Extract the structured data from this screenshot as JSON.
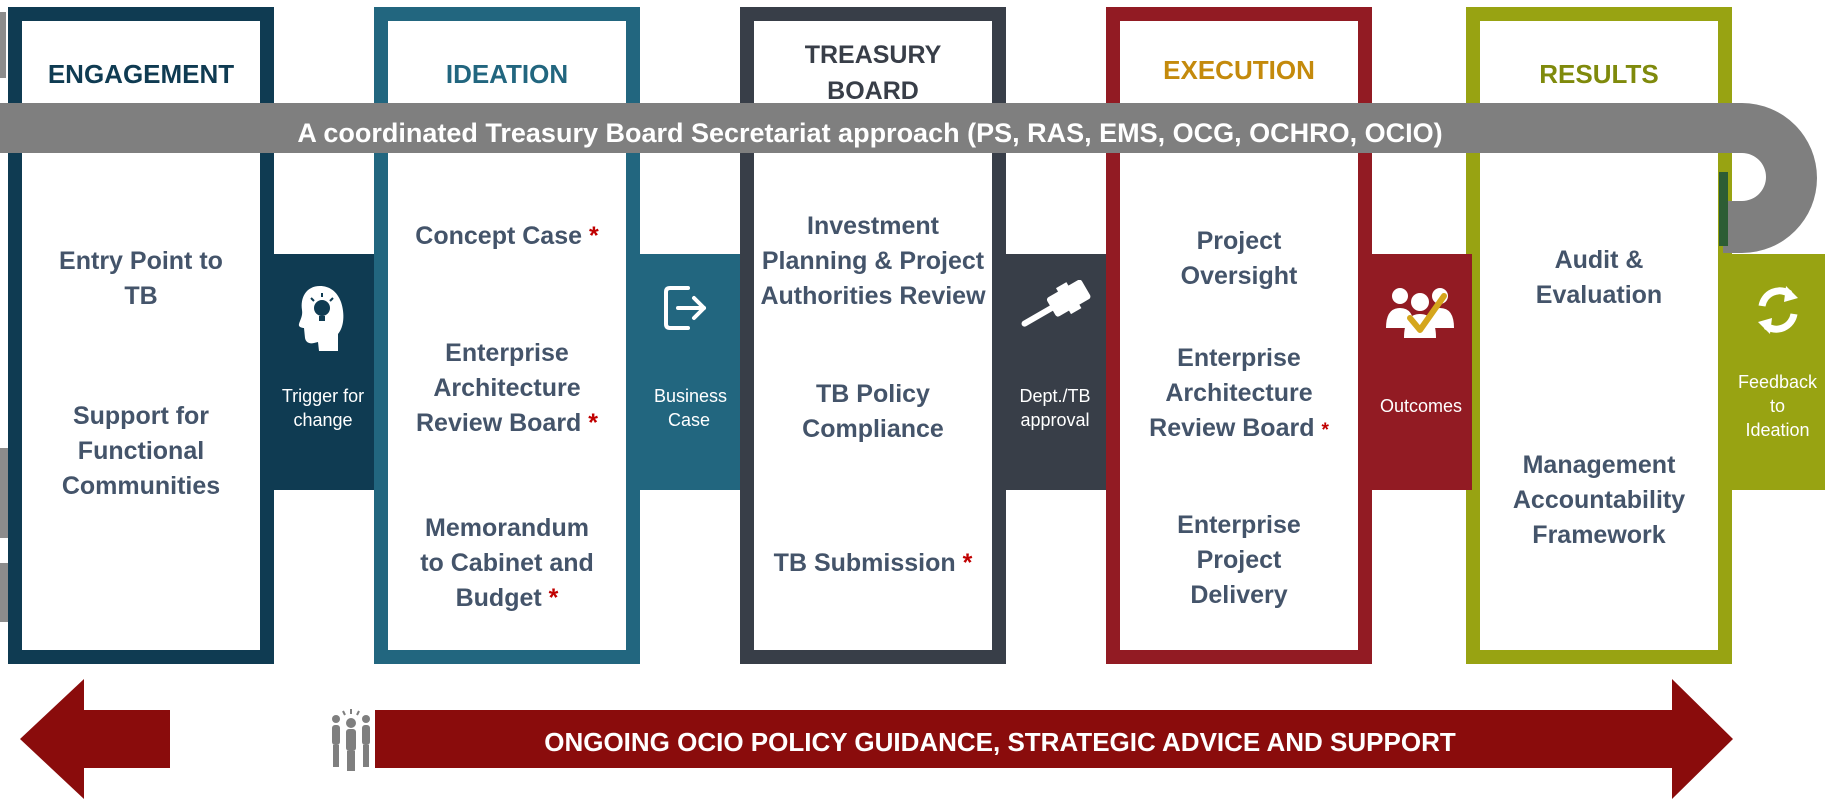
{
  "colors": {
    "engagement": "#0f3b52",
    "ideation": "#22667f",
    "treasury": "#383e48",
    "execution": "#921b23",
    "results": "#98a312",
    "band": "#7f7f7f",
    "bottom_arrow": "#8a0c0c",
    "item_text": "#44546a",
    "star": "#c00000"
  },
  "columns": {
    "engagement": {
      "title": "ENGAGEMENT",
      "items": [
        "Entry Point to TB",
        "Support for Functional Communities"
      ]
    },
    "ideation": {
      "title": "IDEATION",
      "items": [
        "Concept Case",
        "Enterprise Architecture Review Board",
        "Memorandum to Cabinet and Budget"
      ]
    },
    "treasury": {
      "title": "TREASURY BOARD AUTHORITIES",
      "items": [
        "Investment Planning & Project Authorities Review",
        "TB Policy Compliance",
        "TB Submission"
      ]
    },
    "execution": {
      "title": "EXECUTION",
      "items": [
        "Project Oversight",
        "Enterprise Architecture Review Board",
        "Enterprise Project Delivery"
      ]
    },
    "results": {
      "title": "RESULTS",
      "items": [
        "Audit & Evaluation",
        "Management Accountability Framework"
      ]
    }
  },
  "star_symbol": "*",
  "connectors": {
    "trigger": {
      "label": "Trigger for change",
      "icon": "lightbulb-head-icon"
    },
    "business_case": {
      "label": "Business Case",
      "icon": "exit-arrow-icon"
    },
    "approval": {
      "label": "Dept./TB approval",
      "icon": "gavel-icon"
    },
    "outcomes": {
      "label": "Outcomes",
      "icon": "people-check-icon"
    },
    "feedback": {
      "label": "Feedback to Ideation",
      "icon": "refresh-icon"
    }
  },
  "band": {
    "text": "A coordinated Treasury Board Secretariat approach (PS, RAS, EMS, OCG, OCHRO, OCIO)"
  },
  "bottom_arrow": {
    "text": "ONGOING OCIO POLICY GUIDANCE, STRATEGIC ADVICE AND SUPPORT",
    "icon": "people-group-icon"
  }
}
